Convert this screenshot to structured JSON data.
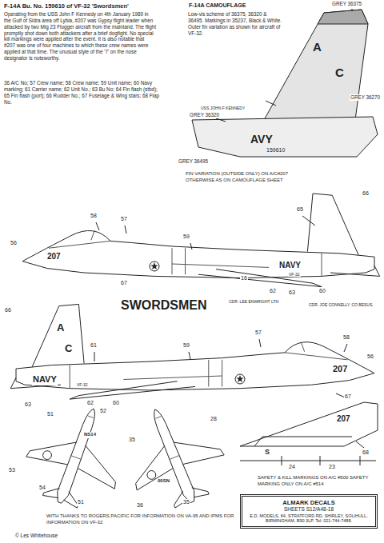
{
  "diagram": {
    "title": "F-14A Bu. No. 159610 of VF-32 'Swordsmen'",
    "nodes": [
      {
        "text": [
          "ALMARK DECALS",
          "SHEETS S12/A48-18",
          "E.D. MODELS, 64, STRATFORD RD, SHIRLEY, SOLIHULL, BIRMINGHAM, B90 3LP. Tel: 021-744-7488."
        ]
      }
    ],
    "labels": [
      "Operating from the USS John F Kennedy on 4th January 1989 in the Gulf of Sidra area off Lybia, #207 was Gypsy flight leader when attacked by two Mig 23 Flogger aircraft from the mainland. The flight promptly shot down both attackers after a brief dogfight. No special kill markings were applied after the event. It is also notable that #207 was one of four machines to which these crew names were applied at that time. The unusual style of the '7' on the nose designator is noteworthy.",
      "36 A/C No; 57 Crew name; 58 Crew name; 59 Unit name; 60 Navy marking; 61 Carrier name; 62 Unit No.; 63 Bu No; 64 Fin flash (stbd); 65 Fin flash (port); 66 Rudder No.; 67 Fuselage & Wing stars; 68 Flap No.",
      "F-14A CAMOUFLAGE",
      "Low-vis scheme of 36375, 36320 & 36495. Markings in 35237, Black & White. Outer fin variation as shown for aircraft of VF-32.",
      "GREY 36375",
      "GREY 36270",
      "USS JOHN F KENNEDY",
      "GREY 36320",
      "GREY 36495",
      "AVY",
      "159610",
      "A",
      "C",
      "FIN VARIATION (OUTSIDE ONLY) ON A/C#207 OTHERWISE AS ON CAMOUFLAGE SHEET",
      "58",
      "57",
      "56",
      "59",
      "207",
      "65",
      "66",
      "16",
      "67",
      "NAVY",
      "VF-32",
      "62",
      "63",
      "60",
      "SWORDSMEN",
      "CDR. LEE ENWRIGHT LTN",
      "CDR. JOE CONNELLY, CO BESUS.",
      "66",
      "A",
      "C",
      "61",
      "59",
      "57",
      "58",
      "56",
      "207",
      "NAVY",
      "VF-32",
      "63",
      "62",
      "60",
      "67",
      "51",
      "52",
      "NS14",
      "53",
      "54",
      "51",
      "35",
      "28",
      "35",
      "36",
      "00SN",
      "207",
      "68",
      "S",
      "24",
      "23",
      "SAFETY & KILL MARKINGS ON A/C #500 SAFETY MARKING ONLY ON A/C #514",
      "WITH THANKS TO ROGERS PACIFIC FOR INFORMATION ON VA-95 AND IPMS FOR INFORMATION ON VF-32",
      "© Les Whitehouse"
    ]
  }
}
